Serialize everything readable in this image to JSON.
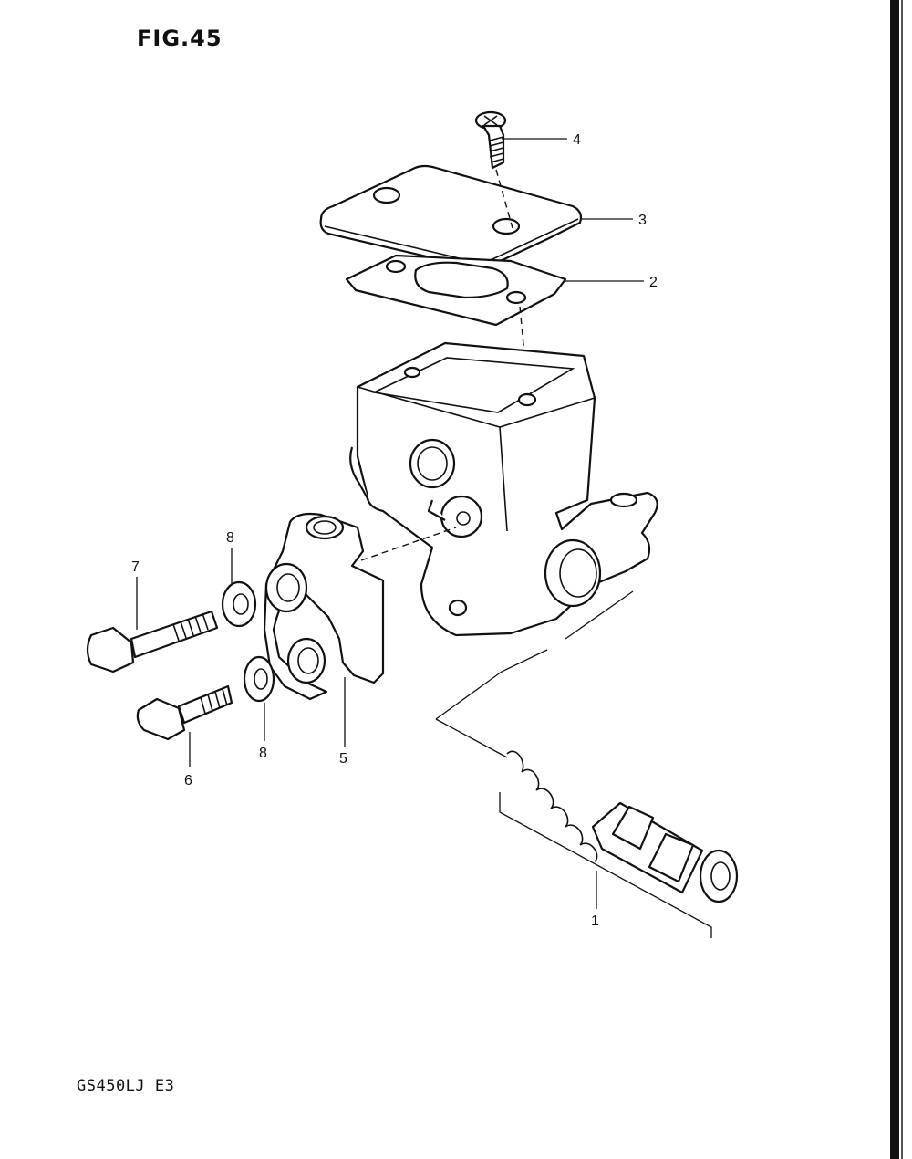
{
  "figure": {
    "title": "FIG.45",
    "model_code": "GS450LJ  E3"
  },
  "callouts": [
    {
      "id": "1",
      "label": "1"
    },
    {
      "id": "2",
      "label": "2"
    },
    {
      "id": "3",
      "label": "3"
    },
    {
      "id": "4",
      "label": "4"
    },
    {
      "id": "5",
      "label": "5"
    },
    {
      "id": "6",
      "label": "6"
    },
    {
      "id": "7",
      "label": "7"
    },
    {
      "id": "8a",
      "label": "8"
    },
    {
      "id": "8b",
      "label": "8"
    }
  ]
}
